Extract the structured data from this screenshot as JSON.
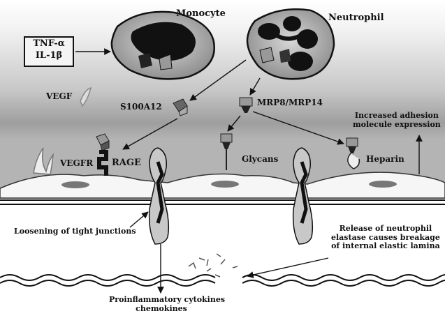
{
  "labels": {
    "monocyte": "Monocyte",
    "neutrophil": "Neutrophil",
    "tnf": "TNF-α",
    "il1": "IL-1β",
    "vegf": "VEGF",
    "s100a12": "S100A12",
    "mrp": "MRP8/MRP14",
    "adhesion_1": "Increased adhesion",
    "adhesion_2": "molecule expression",
    "vegfr": "VEGFR",
    "rage": "RAGE",
    "glycans": "Glycans",
    "heparin": "Heparin",
    "tight_junctions": "Loosening of tight junctions",
    "elastase_1": "Release of neutrophil",
    "elastase_2": "elastase causes breakage",
    "elastase_3": "of internal elastic lamina",
    "cytokines_1": "Proinflammatory cytokines",
    "cytokines_2": "chemokines"
  }
}
